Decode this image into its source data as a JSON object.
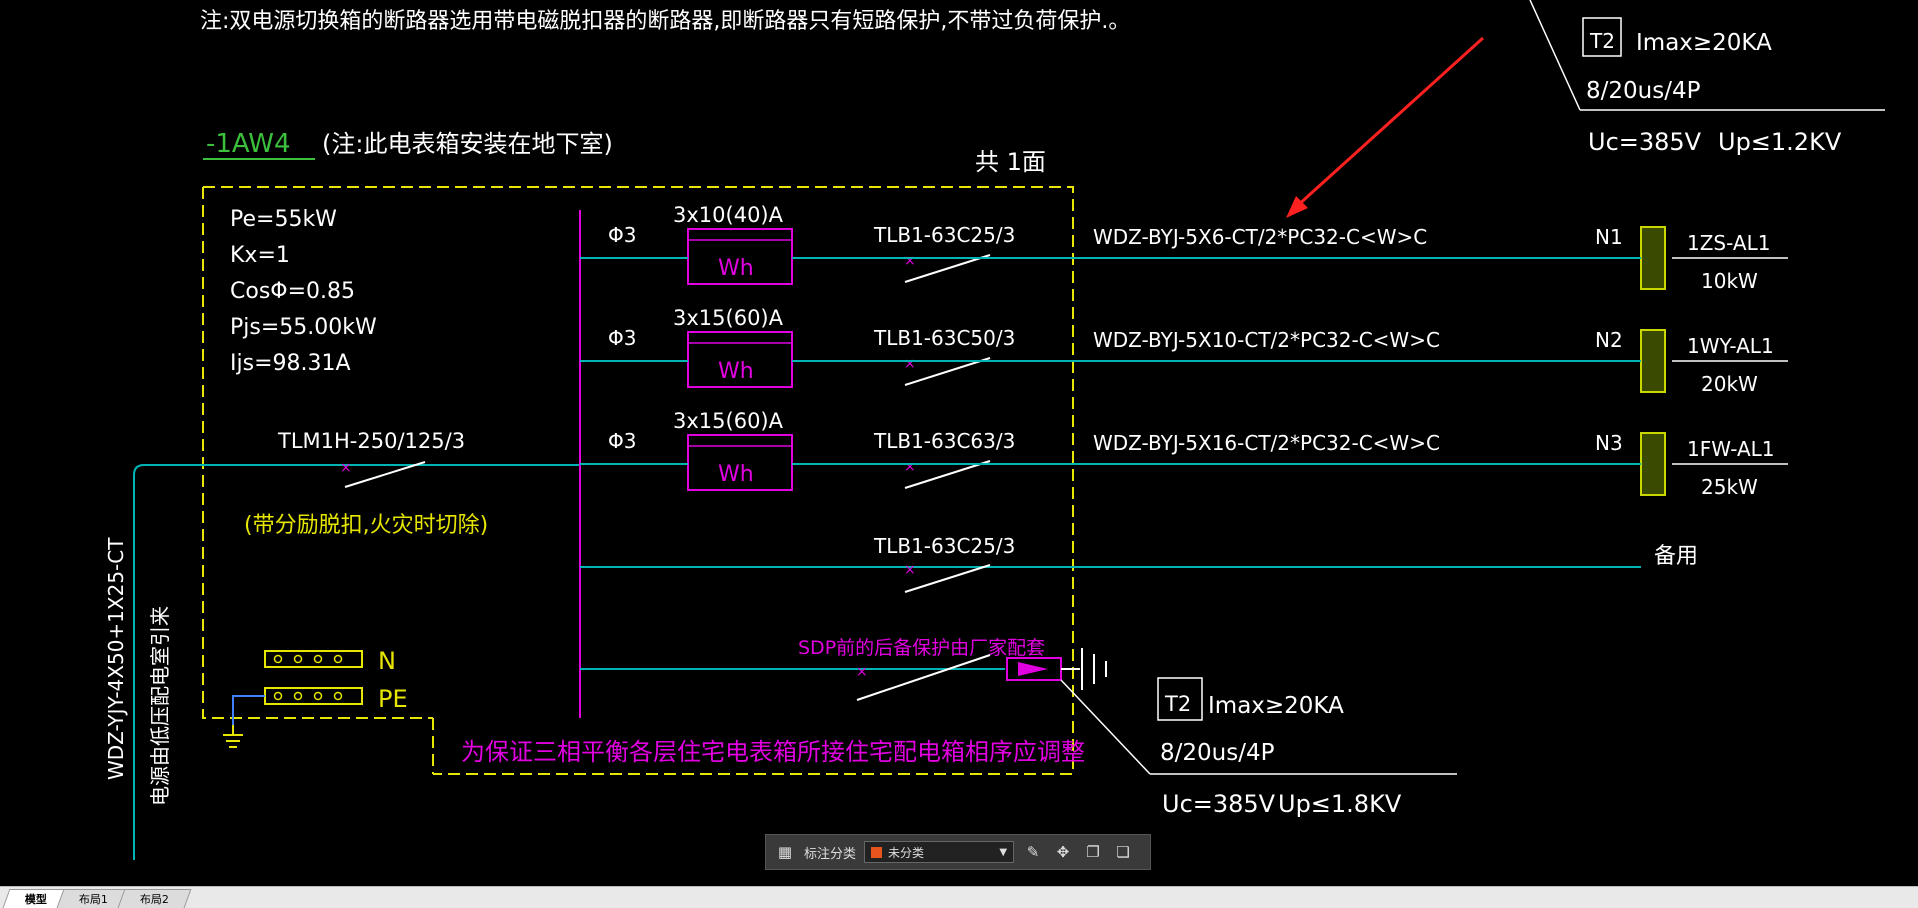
{
  "drawing": {
    "note_top": "注:双电源切换箱的断路器选用带电磁脱扣器的断路器,即断路器只有短路保护,不带过负荷保护.。",
    "box_id": "-1AW4",
    "box_note": "(注:此电表箱安装在地下室)",
    "total_panels": "共 1面",
    "params": [
      "Pe=55kW",
      "Kx=1",
      "CosΦ=0.85",
      "Pjs=55.00kW",
      "Ijs=98.31A"
    ],
    "main_breaker": "TLM1H-250/125/3",
    "main_breaker_note": "(带分励脱扣,火灾时切除)",
    "incoming_cable": "WDZ-YJY-4X50+1X25-CT",
    "incoming_source": "电源由低压配电室引来",
    "bus_n": "N",
    "bus_pe": "PE",
    "circuits": [
      {
        "phase": "Φ3",
        "meter_rating": "3x10(40)A",
        "meter_label": "Wh",
        "breaker": "TLB1-63C25/3",
        "cable": "WDZ-BYJ-5X6-CT/2*PC32-C<W>C",
        "number": "N1",
        "dest": "1ZS-AL1",
        "power": "10kW"
      },
      {
        "phase": "Φ3",
        "meter_rating": "3x15(60)A",
        "meter_label": "Wh",
        "breaker": "TLB1-63C50/3",
        "cable": "WDZ-BYJ-5X10-CT/2*PC32-C<W>C",
        "number": "N2",
        "dest": "1WY-AL1",
        "power": "20kW"
      },
      {
        "phase": "Φ3",
        "meter_rating": "3x15(60)A",
        "meter_label": "Wh",
        "breaker": "TLB1-63C63/3",
        "cable": "WDZ-BYJ-5X16-CT/2*PC32-C<W>C",
        "number": "N3",
        "dest": "1FW-AL1",
        "power": "25kW"
      }
    ],
    "spare_breaker": "TLB1-63C25/3",
    "spare_label": "备用",
    "spd_note": "SDP前的后备保护由厂家配套",
    "phase_note": "为保证三相平衡各层住宅电表箱所接住宅配电箱相序应调整",
    "spd_top": {
      "class": "T2",
      "imax": "Imax≥20KA",
      "wave": "8/20us/4P",
      "uc": "Uc=385V",
      "up": "Up≤1.2KV"
    },
    "spd_bottom": {
      "class": "T2",
      "imax": "Imax≥20KA",
      "wave": "8/20us/4P",
      "uc": "Uc=385V",
      "up": "Up≤1.8KV"
    }
  },
  "toolbar": {
    "label": "标注分类",
    "selected": "未分类",
    "swatch_color": "#e8541e",
    "icons": [
      "grid-icon",
      "edit-icon",
      "move-icon",
      "copy-icon",
      "paste-icon"
    ]
  },
  "tabs": [
    "模型",
    "布局1",
    "布局2"
  ],
  "colors": {
    "background": "#000000",
    "white_text": "#ffffff",
    "cyan_line": "#00b4b4",
    "magenta": "#e000e0",
    "yellow": "#e6e600",
    "green": "#3cbf3c",
    "red_arrow": "#ff2020",
    "bus_blue": "#4080ff"
  }
}
